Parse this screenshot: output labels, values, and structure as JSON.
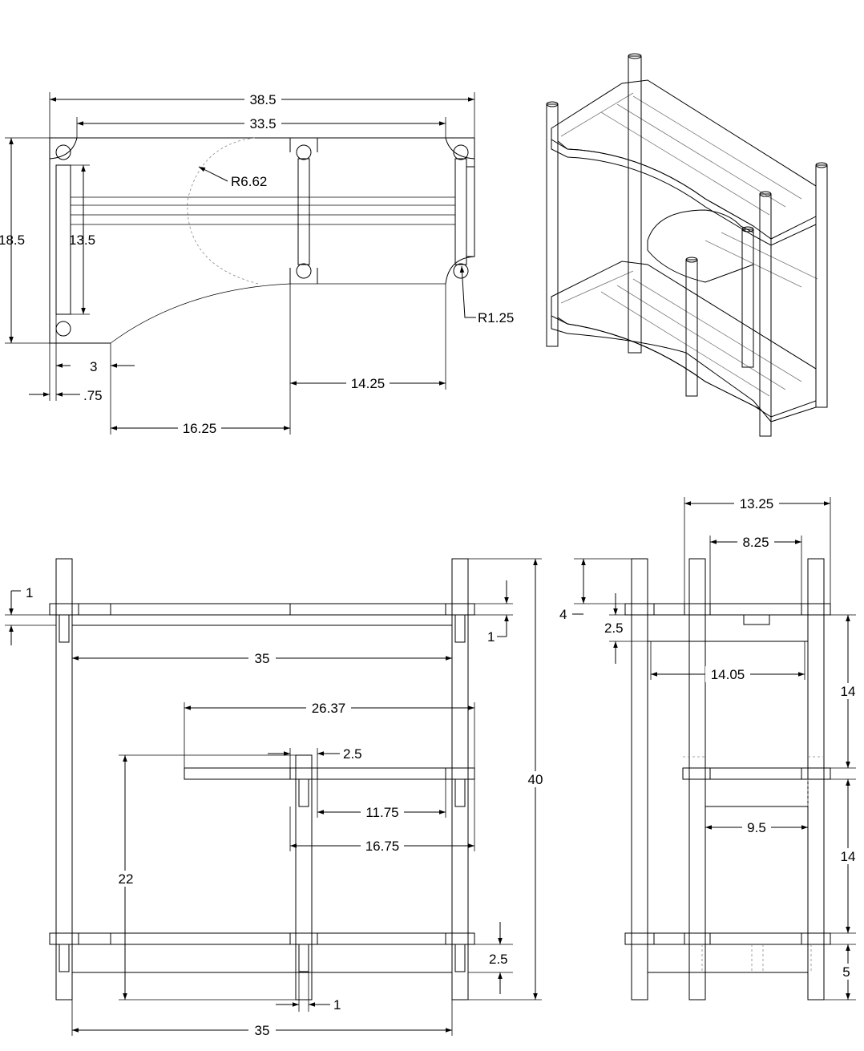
{
  "top_view": {
    "overall_width": "38.5",
    "inner_width": "33.5",
    "depth": "18.5",
    "inner_depth": "13.5",
    "arc_radius": "R6.62",
    "post_radius": "R1.25",
    "offset_3": "3",
    "offset_075": ".75",
    "span_1425": "14.25",
    "span_1625": "16.25"
  },
  "front_view": {
    "shelf_thickness": "1",
    "gap": "1",
    "inner_span_top": "35",
    "mid_shelf_length": "26.37",
    "post_width": "2.5",
    "inner_gap": "11.75",
    "mid_span": "16.75",
    "height": "40",
    "mid_height": "22",
    "bottom_gap": "2.5",
    "post_thickness": "1",
    "inner_span_bottom": "35"
  },
  "side_view": {
    "overall_depth": "13.25",
    "inner_depth": "8.25",
    "top_offset": "4",
    "top_gap": "2.5",
    "inner_width": "14.05",
    "upper_spacing": "14",
    "lower_spacing": "14",
    "lower_inner": "9.5",
    "foot_height": "5"
  }
}
